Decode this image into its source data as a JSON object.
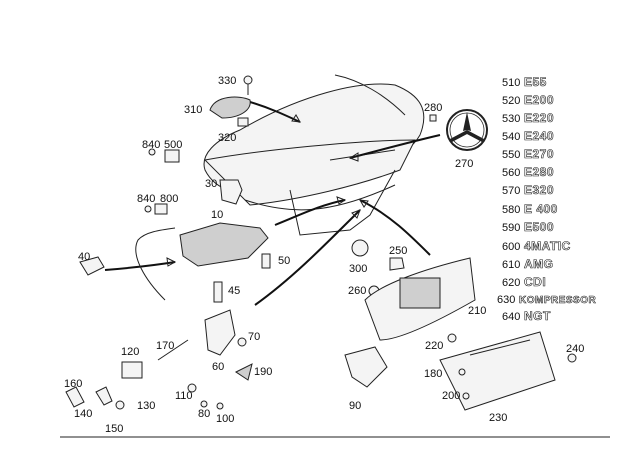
{
  "callouts": {
    "c10": "10",
    "c30": "30",
    "c40": "40",
    "c45": "45",
    "c50": "50",
    "c60": "60",
    "c70": "70",
    "c80": "80",
    "c90": "90",
    "c100": "100",
    "c110": "110",
    "c120": "120",
    "c130": "130",
    "c140": "140",
    "c150": "150",
    "c160": "160",
    "c170": "170",
    "c180": "180",
    "c190": "190",
    "c200": "200",
    "c210": "210",
    "c220": "220",
    "c230": "230",
    "c240": "240",
    "c250": "250",
    "c260": "260",
    "c270": "270",
    "c280": "280",
    "c300": "300",
    "c310": "310",
    "c320": "320",
    "c330": "330",
    "c500": "500",
    "c800": "800",
    "c840a": "840",
    "c840b": "840"
  },
  "badges": [
    {
      "num": "510",
      "model": "E55"
    },
    {
      "num": "520",
      "model": "E200"
    },
    {
      "num": "530",
      "model": "E220"
    },
    {
      "num": "540",
      "model": "E240"
    },
    {
      "num": "550",
      "model": "E270"
    },
    {
      "num": "560",
      "model": "E280"
    },
    {
      "num": "570",
      "model": "E320"
    },
    {
      "num": "580",
      "model": "E 400"
    },
    {
      "num": "590",
      "model": "E500"
    },
    {
      "num": "600",
      "model": "4MATIC"
    },
    {
      "num": "610",
      "model": "AMG"
    },
    {
      "num": "620",
      "model": "CDI"
    },
    {
      "num": "630",
      "model": "KOMPRESSOR"
    },
    {
      "num": "640",
      "model": "NGT"
    }
  ]
}
